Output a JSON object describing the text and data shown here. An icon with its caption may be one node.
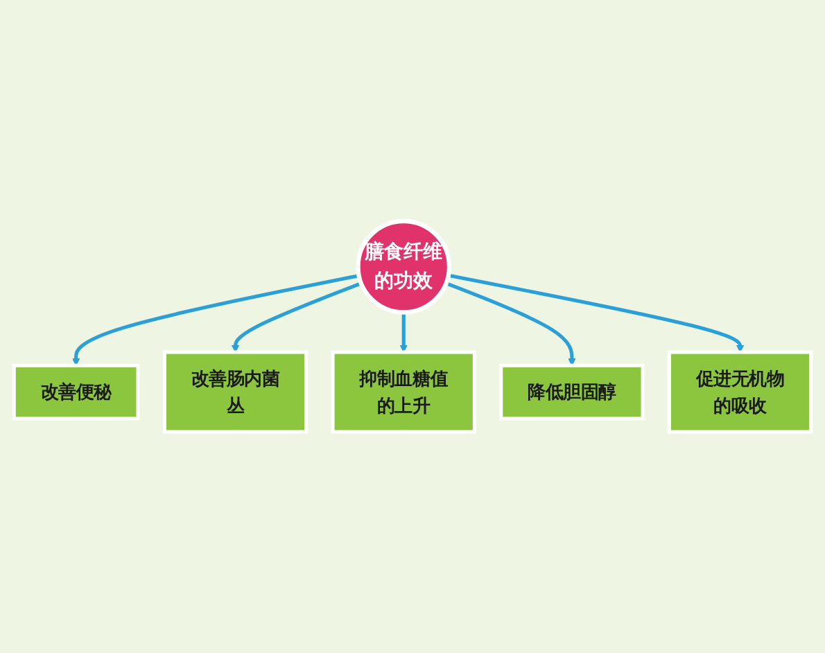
{
  "diagram": {
    "nodes": [
      {
        "text": [
          "膳食纤维的功效"
        ]
      },
      {
        "text": [
          "改善便秘"
        ]
      },
      {
        "text": [
          "改善肠内菌丛"
        ]
      },
      {
        "text": [
          "抑制血糖值的上升"
        ]
      },
      {
        "text": [
          "降低胆固醇"
        ]
      },
      {
        "text": [
          "促进无机物的吸收"
        ]
      }
    ],
    "edges": [
      {
        "from": 0,
        "to": 1,
        "arrow": "to"
      },
      {
        "from": 0,
        "to": 2,
        "arrow": "to"
      },
      {
        "from": 0,
        "to": 3,
        "arrow": "to"
      },
      {
        "from": 0,
        "to": 4,
        "arrow": "to"
      },
      {
        "from": 0,
        "to": 5,
        "arrow": "to"
      }
    ]
  }
}
